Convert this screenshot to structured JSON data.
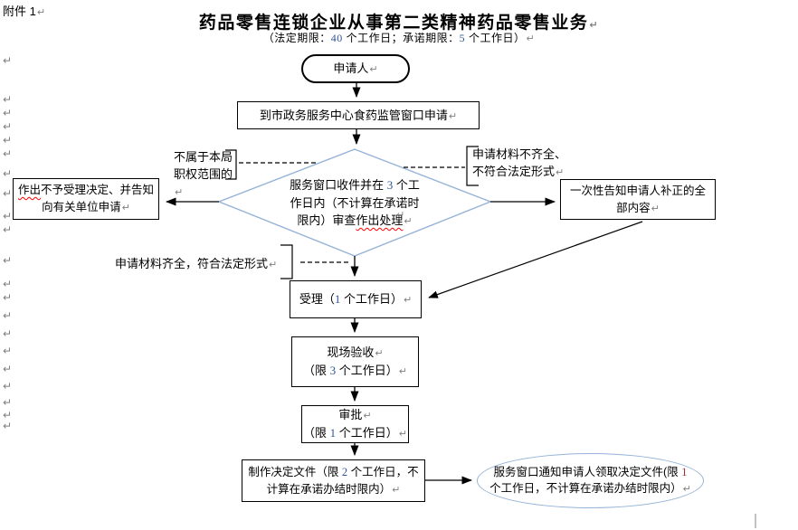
{
  "glyphs": {
    "cr": "↵"
  },
  "colors": {
    "shape_blue": "#95b3d7",
    "digit_blue": "#2f5496",
    "digit_red": "#943634",
    "squiggle_red": "#ff0000"
  },
  "header": {
    "attachment": "附件 1",
    "title": "药品零售连锁企业从事第二类精神药品零售业务",
    "subtitle": "（法定期限：40 个工作日；承诺期限：5 个工作日）"
  },
  "nodes": {
    "applicant": {
      "text": "申请人"
    },
    "window_apply": {
      "text": "到市政务服务中心食药监管窗口申请"
    },
    "review_diamond": {
      "line1": "服务窗口收件并在 3 个工",
      "line2": "作日内（不计算在承诺时",
      "line3_pre": "限内）审查",
      "line3_wavy": "作出处理"
    },
    "reject": {
      "line1_wavy": "作出",
      "line1_rest": "不予受理决定、并告知",
      "line2": "向有关单位申请"
    },
    "notify_correction": {
      "line1": "一次性告知申请人补正的全",
      "line2": "部内容"
    },
    "accept": {
      "text": "受理（1 个工作日）"
    },
    "site_check": {
      "line1": "现场验收",
      "line2": "（限 3 个工作日）"
    },
    "approve": {
      "line1": "审批",
      "line2": "（限 1 个工作日）"
    },
    "make_doc": {
      "line1": "制作决定文件（限 2 个工作日，不",
      "line2": "计算在承诺办结时限内）"
    },
    "notify_pickup": {
      "line1": "服务窗口通知申请人领取决定文件(限 1",
      "line2": "个工作日，不计算在承诺办结时限内）"
    }
  },
  "labels": {
    "not_jurisdiction": {
      "line1": "不属于本局",
      "line2": "职权范围的"
    },
    "materials_incomplete": {
      "line1": "申请材料不齐全、",
      "line2": "不符合法定形式"
    },
    "materials_complete": {
      "text": "申请材料齐全，符合法定形式"
    }
  }
}
